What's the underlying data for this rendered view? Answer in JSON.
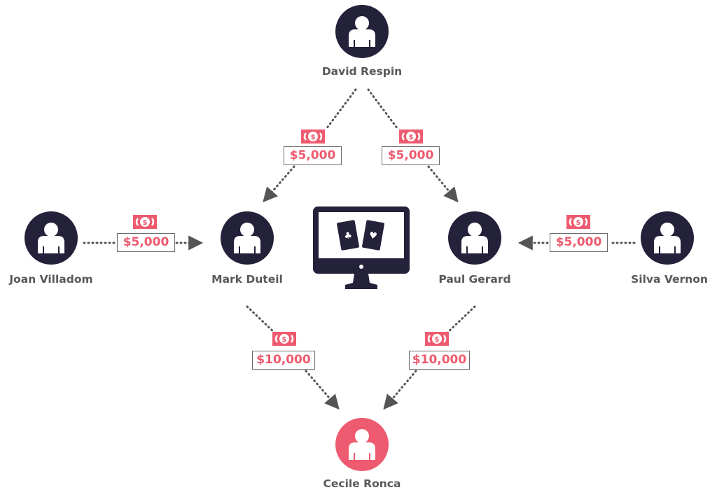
{
  "colors": {
    "node_dark": "#24213a",
    "node_highlight": "#ee5a6f",
    "money": "#ee5a6f",
    "connector": "#555555",
    "label": "#58585a"
  },
  "nodes": {
    "david": {
      "name": "David Respin",
      "icon": "user-icon",
      "highlight": false
    },
    "joan": {
      "name": "Joan Villadom",
      "icon": "user-icon",
      "highlight": false
    },
    "mark": {
      "name": "Mark Duteil",
      "icon": "user-icon",
      "highlight": false
    },
    "paul": {
      "name": "Paul Gerard",
      "icon": "user-icon",
      "highlight": false
    },
    "silva": {
      "name": "Silva Vernon",
      "icon": "user-icon",
      "highlight": false
    },
    "cecile": {
      "name": "Cecile Ronca",
      "icon": "user-icon",
      "highlight": true
    }
  },
  "center": {
    "icon": "monitor-playing-cards-icon",
    "cards": [
      "club-card",
      "heart-card"
    ]
  },
  "transfers": [
    {
      "from": "David Respin",
      "to": "Mark Duteil",
      "amount": "$5,000",
      "icon": "money-bill-icon"
    },
    {
      "from": "David Respin",
      "to": "Paul Gerard",
      "amount": "$5,000",
      "icon": "money-bill-icon"
    },
    {
      "from": "Joan Villadom",
      "to": "Mark Duteil",
      "amount": "$5,000",
      "icon": "money-bill-icon"
    },
    {
      "from": "Silva Vernon",
      "to": "Paul Gerard",
      "amount": "$5,000",
      "icon": "money-bill-icon"
    },
    {
      "from": "Mark Duteil",
      "to": "Cecile Ronca",
      "amount": "$10,000",
      "icon": "money-bill-icon"
    },
    {
      "from": "Paul Gerard",
      "to": "Cecile Ronca",
      "amount": "$10,000",
      "icon": "money-bill-icon"
    }
  ]
}
